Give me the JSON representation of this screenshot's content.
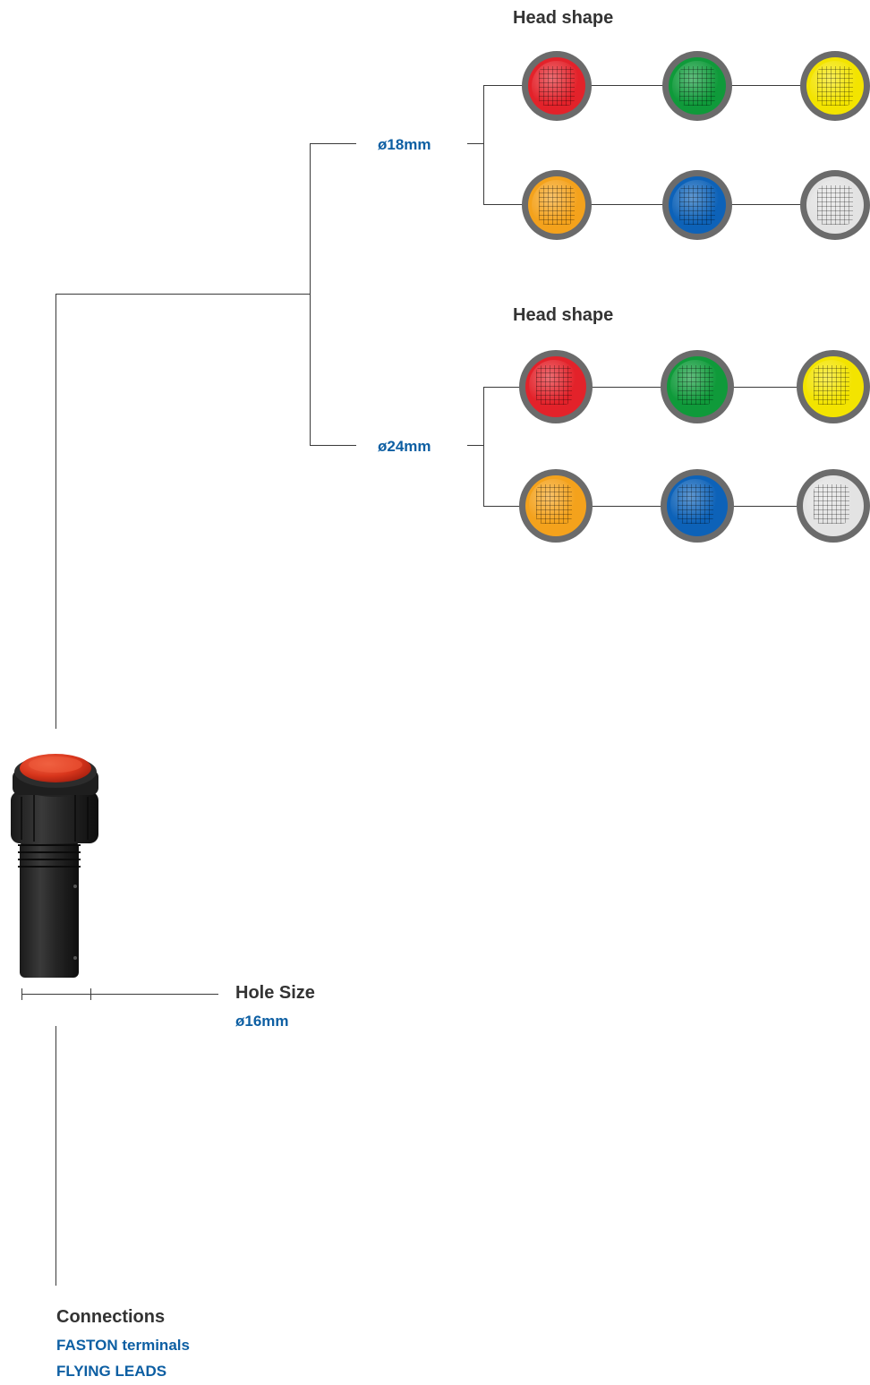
{
  "group_18": {
    "title": "Head shape",
    "size": "ø18mm",
    "row1": [
      {
        "color": "#e3222a",
        "name": "red"
      },
      {
        "color": "#0f9a3a",
        "name": "green"
      },
      {
        "color": "#f3e400",
        "name": "yellow"
      }
    ],
    "row2": [
      {
        "color": "#f4a21c",
        "name": "orange"
      },
      {
        "color": "#0d62b8",
        "name": "blue"
      },
      {
        "color": "#e3e3e3",
        "name": "white"
      }
    ]
  },
  "group_24": {
    "title": "Head shape",
    "size": "ø24mm",
    "row1": [
      {
        "color": "#e3222a",
        "name": "red"
      },
      {
        "color": "#0f9a3a",
        "name": "green"
      },
      {
        "color": "#f3e400",
        "name": "yellow"
      }
    ],
    "row2": [
      {
        "color": "#f4a21c",
        "name": "orange"
      },
      {
        "color": "#0d62b8",
        "name": "blue"
      },
      {
        "color": "#e3e3e3",
        "name": "white"
      }
    ]
  },
  "hole": {
    "label": "Hole Size",
    "value": "ø16mm"
  },
  "connections": {
    "label": "Connections",
    "items": [
      "FASTON terminals",
      "FLYING LEADS"
    ]
  }
}
